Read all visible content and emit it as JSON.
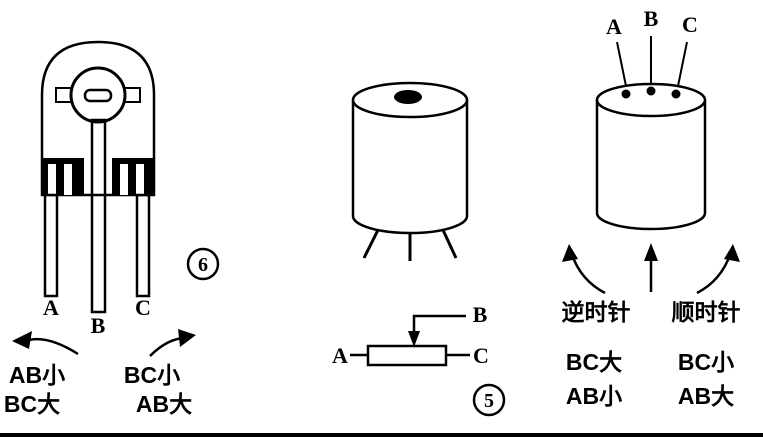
{
  "fig6": {
    "number": "6",
    "pin_a": "A",
    "pin_b": "B",
    "pin_c": "C",
    "left_arrow_line1": "AB小",
    "left_arrow_line2": "BC大",
    "right_arrow_line1": "BC小",
    "right_arrow_line2": "AB大"
  },
  "fig5": {
    "number": "5",
    "pin_a": "A",
    "pin_b": "B",
    "pin_c": "C"
  },
  "fig_rotation": {
    "pin_a": "A",
    "pin_b": "B",
    "pin_c": "C",
    "ccw_label": "逆时针",
    "cw_label": "顺时针",
    "ccw_value1": "BC大",
    "ccw_value2": "AB小",
    "cw_value1": "BC小",
    "cw_value2": "AB大"
  },
  "colors": {
    "ink": "#000000",
    "paper": "#ffffff"
  }
}
